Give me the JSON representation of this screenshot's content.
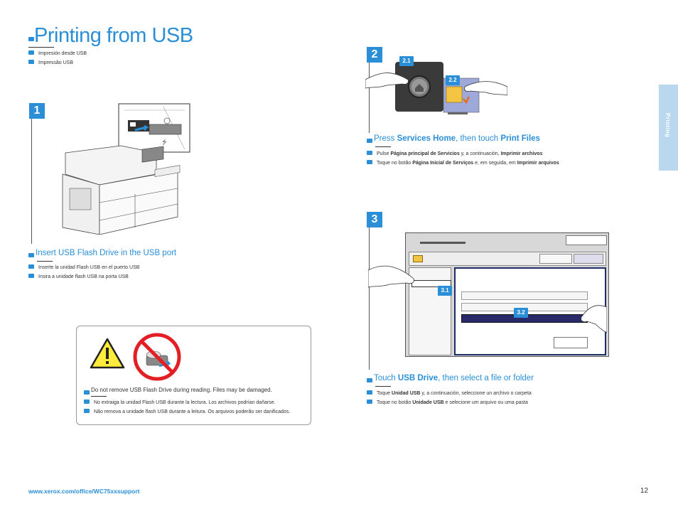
{
  "title": "Printing from USB",
  "subtitle_es": "Impresión desde USB",
  "subtitle_pt": "Impressão USB",
  "side_tab": "Printing",
  "step1": {
    "number": "1",
    "en": "Insert USB Flash Drive in the USB port",
    "es": "Inserte la unidad Flash USB en el puerto USB",
    "pt": "Insira a unidade flash USB na porta USB"
  },
  "step2": {
    "number": "2",
    "callout_a": "2.1",
    "callout_b": "2.2",
    "en_pre": "Press ",
    "en_b1": "Services Home",
    "en_mid": ", then touch ",
    "en_b2": "Print Files",
    "es_pre": "Pulse ",
    "es_b1": "Página principal de Servicios",
    "es_mid": " y, a continuación, ",
    "es_b2": "Imprimir archivos",
    "pt_pre": "Toque no botão ",
    "pt_b1": "Página Inicial de Serviços",
    "pt_mid": " e, em seguida, em ",
    "pt_b2": "Imprimir arquivos"
  },
  "step3": {
    "number": "3",
    "callout_a": "3.1",
    "callout_b": "3.2",
    "en_pre": "Touch ",
    "en_b1": "USB Drive",
    "en_mid": ", then select a file or folder",
    "es_pre": "Toque ",
    "es_b1": "Unidad USB",
    "es_mid": " y, a continuación, seleccione un archivo o carpeta",
    "pt_pre": "Toque no botão ",
    "pt_b1": "Unidade USB",
    "pt_mid": " e selecione um arquivo ou uma pasta"
  },
  "warning": {
    "en": "Do not remove USB Flash Drive during reading. Files may be damaged.",
    "es": "No extraiga la unidad Flash USB durante la lectura. Los archivos podrían dañarse.",
    "pt": "Não remova a unidade flash USB durante a leitura. Os arquivos poderão ser danificados."
  },
  "footer_url": "www.xerox.com/office/WC75xxsupport",
  "page_number": "12",
  "colors": {
    "accent": "#2a8fd6",
    "side_tab": "#b9d8ee"
  }
}
